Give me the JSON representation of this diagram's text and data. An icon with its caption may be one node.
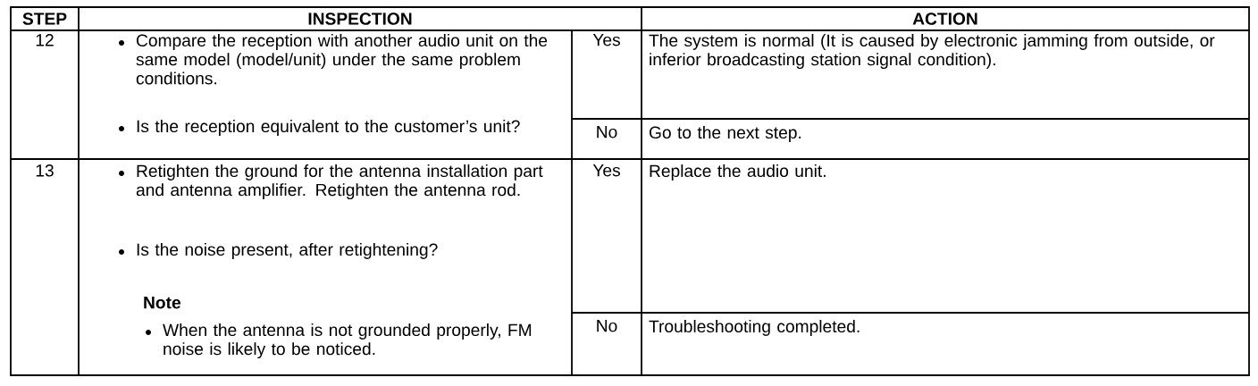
{
  "diagram": {
    "labels": [
      "STEP",
      "INSPECTION",
      "ACTION",
      "12",
      "Compare the reception with another audio unit on the same model (model/unit) under the same problem conditions.",
      "Is the reception equivalent to the customer’s unit?",
      "Yes",
      "The system is normal (It is caused by electronic jamming from outside, or inferior broadcasting station signal condition).",
      "No",
      "Go to the next step.",
      "13",
      "Retighten the ground for the antenna installation part and antenna amplifier. Retighten the antenna rod.",
      "Is the noise present, after retightening?",
      "Note",
      "When the antenna is not grounded properly, FM noise is likely to be noticed.",
      "Yes",
      "Replace the audio unit.",
      "No",
      "Troubleshooting completed."
    ]
  }
}
